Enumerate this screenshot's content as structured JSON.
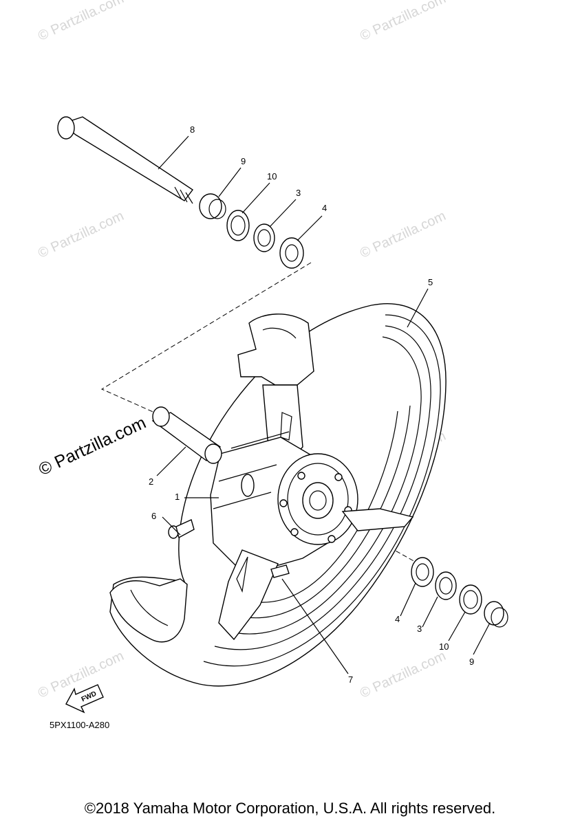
{
  "watermark": {
    "text": "© Partzilla.com",
    "featured_text": "© Partzilla.com"
  },
  "callouts": {
    "c1": "1",
    "c2": "2",
    "c3a": "3",
    "c3b": "3",
    "c4a": "4",
    "c4b": "4",
    "c5": "5",
    "c6": "6",
    "c7": "7",
    "c8": "8",
    "c9a": "9",
    "c9b": "9",
    "c10a": "10",
    "c10b": "10"
  },
  "fwd_label": "FWD",
  "diagram_code": "5PX1100-A280",
  "copyright": "©2018 Yamaha Motor Corporation, U.S.A. All rights reserved.",
  "colors": {
    "line": "#000000",
    "watermark": "#d6d6d6",
    "background": "#ffffff"
  }
}
